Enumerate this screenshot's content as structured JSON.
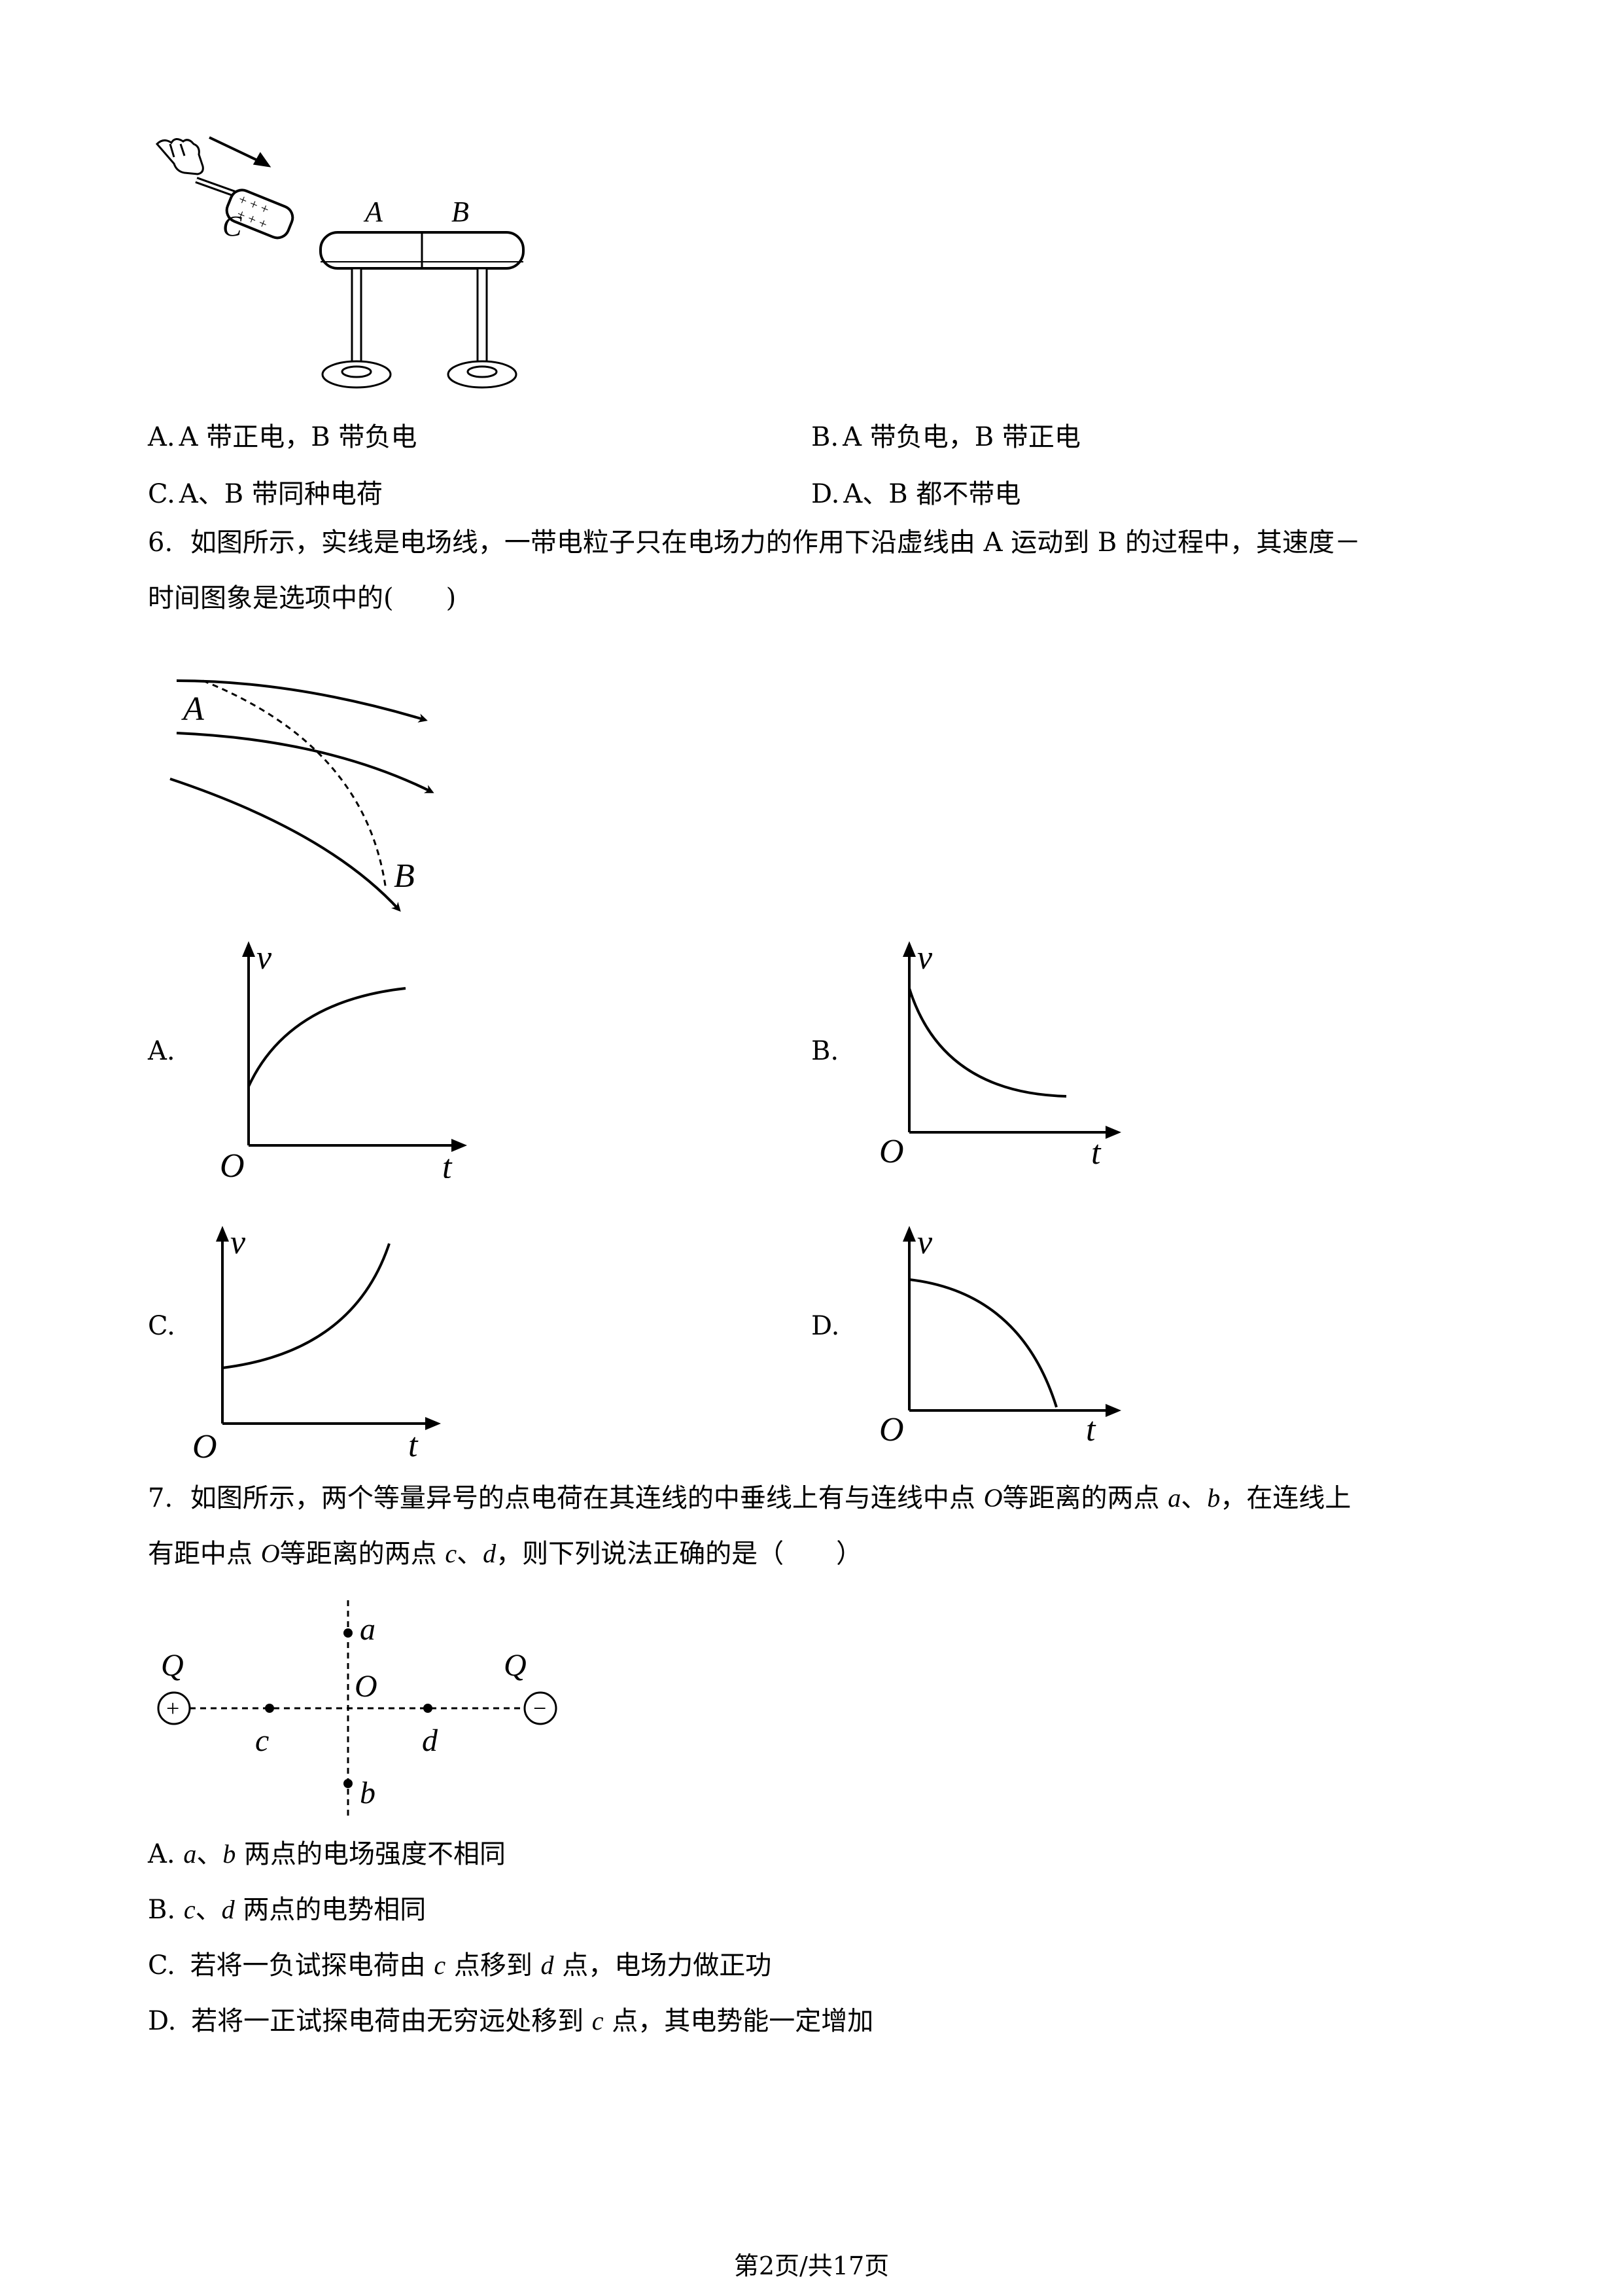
{
  "q5": {
    "figure_labels": {
      "A": "A",
      "B": "B",
      "C": "C"
    },
    "options": [
      {
        "key": "A.",
        "text": "A 带正电，B 带负电"
      },
      {
        "key": "B.",
        "text": "A 带负电，B 带正电"
      },
      {
        "key": "C.",
        "text": "A、B 带同种电荷"
      },
      {
        "key": "D.",
        "text": "A、B 都不带电"
      }
    ]
  },
  "q6": {
    "number": "6.",
    "stem_line1": "如图所示，实线是电场线，一带电粒子只在电场力的作用下沿虚线由 A 运动到 B 的过程中，其速度－",
    "stem_line2": "时间图象是选项中的(　　)",
    "field_labels": {
      "A": "A",
      "B": "B"
    },
    "graphs": [
      {
        "key": "A.",
        "shape": "concave-down-increasing"
      },
      {
        "key": "B.",
        "shape": "decreasing-decay"
      },
      {
        "key": "C.",
        "shape": "concave-up-increasing"
      },
      {
        "key": "D.",
        "shape": "concave-down-decreasing"
      }
    ],
    "axis_labels": {
      "y": "v",
      "x": "t",
      "origin": "O"
    }
  },
  "q7": {
    "number": "7.",
    "stem_line1_a": "如图所示，两个等量异号的点电荷在其连线的中垂线上有与连线中点",
    "stem_O": "O",
    "stem_line1_b": "等距离的两点",
    "stem_a": "a",
    "stem_sep": "、",
    "stem_b": "b",
    "stem_line1_c": "，在连线上",
    "stem_line2_a": "有距中点",
    "stem_line2_b": "等距离的两点",
    "stem_c": "c",
    "stem_d": "d",
    "stem_line2_c": "，则下列说法正确的是（　　）",
    "figure": {
      "left_charge": "Q",
      "right_charge": "Q",
      "plus": "+",
      "minus": "−",
      "a": "a",
      "b": "b",
      "c": "c",
      "d": "d",
      "O": "O"
    },
    "options": {
      "A": {
        "key": "A.",
        "v1": "a",
        "sep": "、",
        "v2": "b",
        "rest": "两点的电场强度不相同"
      },
      "B": {
        "key": "B.",
        "v1": "c",
        "sep": "、",
        "v2": "d",
        "rest": "两点的电势相同"
      },
      "C": {
        "key": "C.",
        "pre": "若将一负试探电荷由",
        "v1": "c",
        "mid": "点移到",
        "v2": "d",
        "rest": "点，电场力做正功"
      },
      "D": {
        "key": "D.",
        "pre": "若将一正试探电荷由无穷远处移到",
        "v1": "c",
        "rest": "点，其电势能一定增加"
      }
    }
  },
  "footer": {
    "page": "第2页/共17页"
  }
}
